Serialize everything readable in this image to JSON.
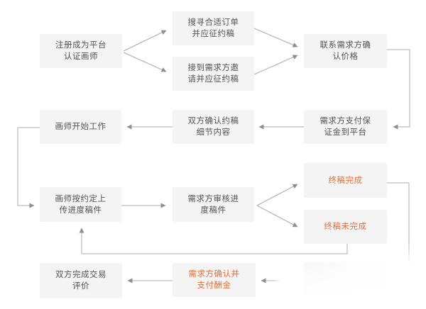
{
  "flowchart": {
    "description": "artist commission platform workflow",
    "colors": {
      "background": "#ffffff",
      "box_bg": "#f4f4f5",
      "text": "#555555",
      "accent_text": "#e2703a",
      "line": "#ababab",
      "arrowhead": "#8f8f8f"
    },
    "nodes": {
      "register": {
        "label": "注册成为平台\n认证画师"
      },
      "search_order": {
        "label": "搜寻合适订单\n并应征约稿"
      },
      "receive_invite": {
        "label": "接到需求方邀\n请并应征约稿"
      },
      "contact_price": {
        "label": "联系需求方确\n认价格"
      },
      "pay_deposit": {
        "label": "需求方支付保\n证金到平台"
      },
      "confirm_details": {
        "label": "双方确认约稿\n细节内容"
      },
      "start_work": {
        "label": "画师开始工作"
      },
      "upload_progress": {
        "label": "画师按约定上\n传进度稿件"
      },
      "review_progress": {
        "label": "需求方审核进\n度稿件"
      },
      "final_done": {
        "label": "终稿完成"
      },
      "final_not_done": {
        "label": "终稿未完成"
      },
      "confirm_pay": {
        "label": "需求方确认并\n支付酬金"
      },
      "evaluate": {
        "label": "双方完成交易\n评价"
      }
    }
  }
}
